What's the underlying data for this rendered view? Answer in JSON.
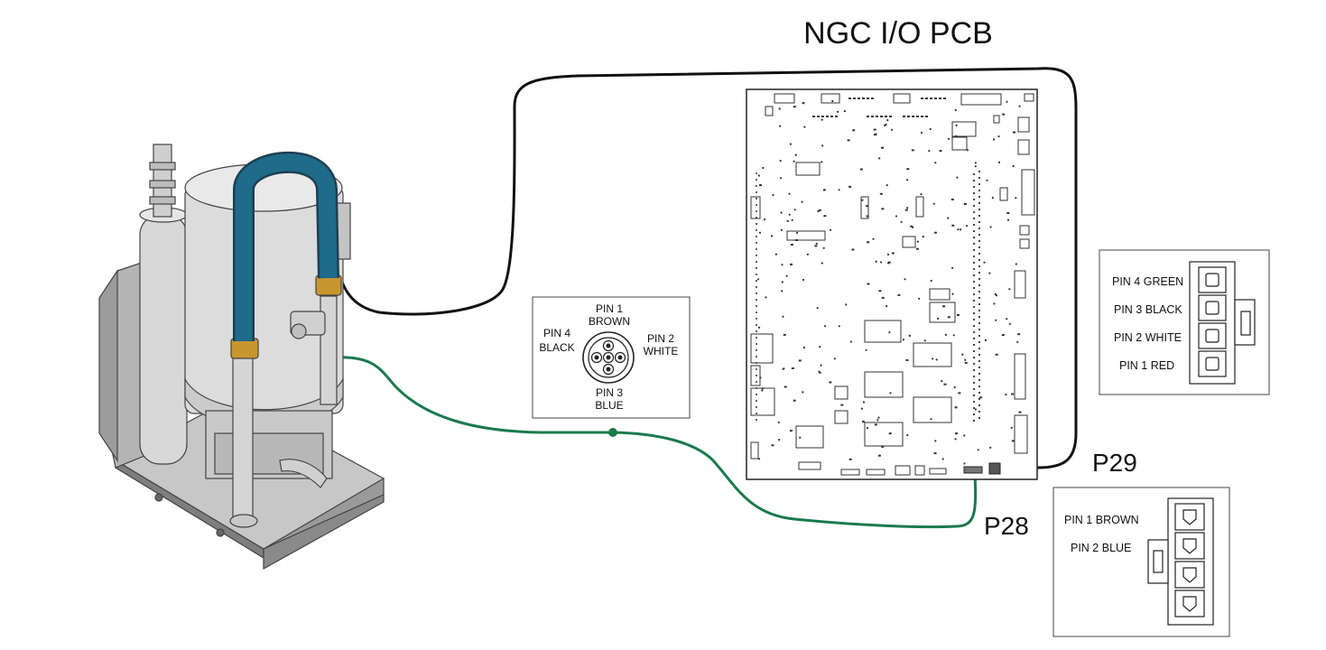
{
  "diagram": {
    "title": "NGC I/O PCB",
    "connectors": {
      "p29": "P29",
      "p28": "P28"
    },
    "sensor_pinout": {
      "pin1": [
        "PIN 1",
        "BROWN"
      ],
      "pin2": [
        "PIN 2",
        "WHITE"
      ],
      "pin3": [
        "PIN 3",
        "BLUE"
      ],
      "pin4": [
        "PIN 4",
        "BLACK"
      ]
    },
    "p29_legend": [
      "PIN 4 GREEN",
      "PIN 3 BLACK",
      "PIN 2 WHITE",
      "PIN 1 RED"
    ],
    "p28_legend": [
      "PIN 1 BROWN",
      "PIN 2 BLUE"
    ],
    "colors": {
      "hose": "#1e6b8a",
      "green_wire": "#1a7a4c",
      "black_wire": "#111111",
      "fitting": "#c8962e",
      "tank": "#dcdcdc"
    }
  }
}
